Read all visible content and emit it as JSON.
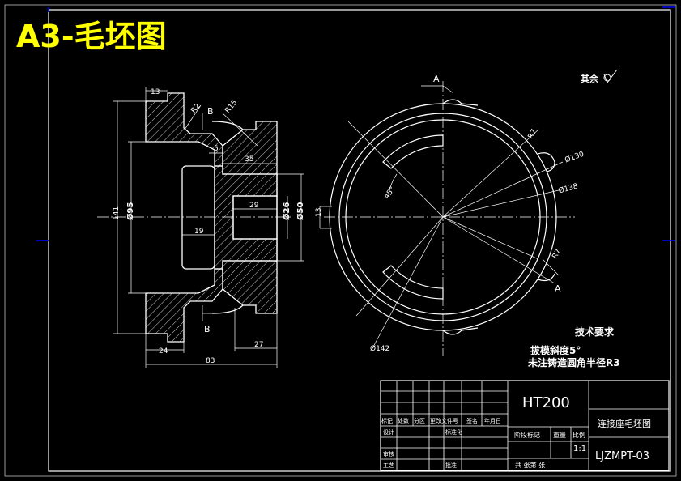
{
  "sheet_title": "A3-毛坯图",
  "roughness_note": "其余",
  "section_marks": {
    "A": "A",
    "B": "B"
  },
  "dims": {
    "d13": "13",
    "r2_top": "R2",
    "r15": "R15",
    "d5": "5",
    "d35": "35",
    "d29": "29",
    "d141": "141",
    "d95": "Ø95",
    "d26": "Ø26",
    "d50": "Ø50",
    "d19": "19",
    "d24": "24",
    "d27": "27",
    "d83": "83",
    "r7_top": "R7",
    "d130": "Ø130",
    "d138": "Ø138",
    "a45": "45°",
    "d13b": "13",
    "r7_bot": "R7",
    "d142": "Ø142"
  },
  "tech_req": {
    "title": "技术要求",
    "line1": "拔模斜度5°",
    "line2": "未注铸造圆角半径R3"
  },
  "title_block": {
    "material": "HT200",
    "part_name": "连接座毛坯图",
    "drawing_no": "LJZMPT-03",
    "scale": "1:1",
    "h_mark": "标记",
    "h_count": "处数",
    "h_zone": "分区",
    "h_docno": "更改文件号",
    "h_sign": "签名",
    "h_date": "年月日",
    "r_design": "设计",
    "r_std": "标准化",
    "r_check": "审核",
    "r_process": "工艺",
    "r_approve": "批准",
    "stage": "阶段标记",
    "weight": "重量",
    "ratio": "比例",
    "sheets": "共    张第    张"
  },
  "colors": {
    "line": "#ffffff",
    "hatch": "#ffffff",
    "title": "#ffff00",
    "border": "#0000ff"
  }
}
